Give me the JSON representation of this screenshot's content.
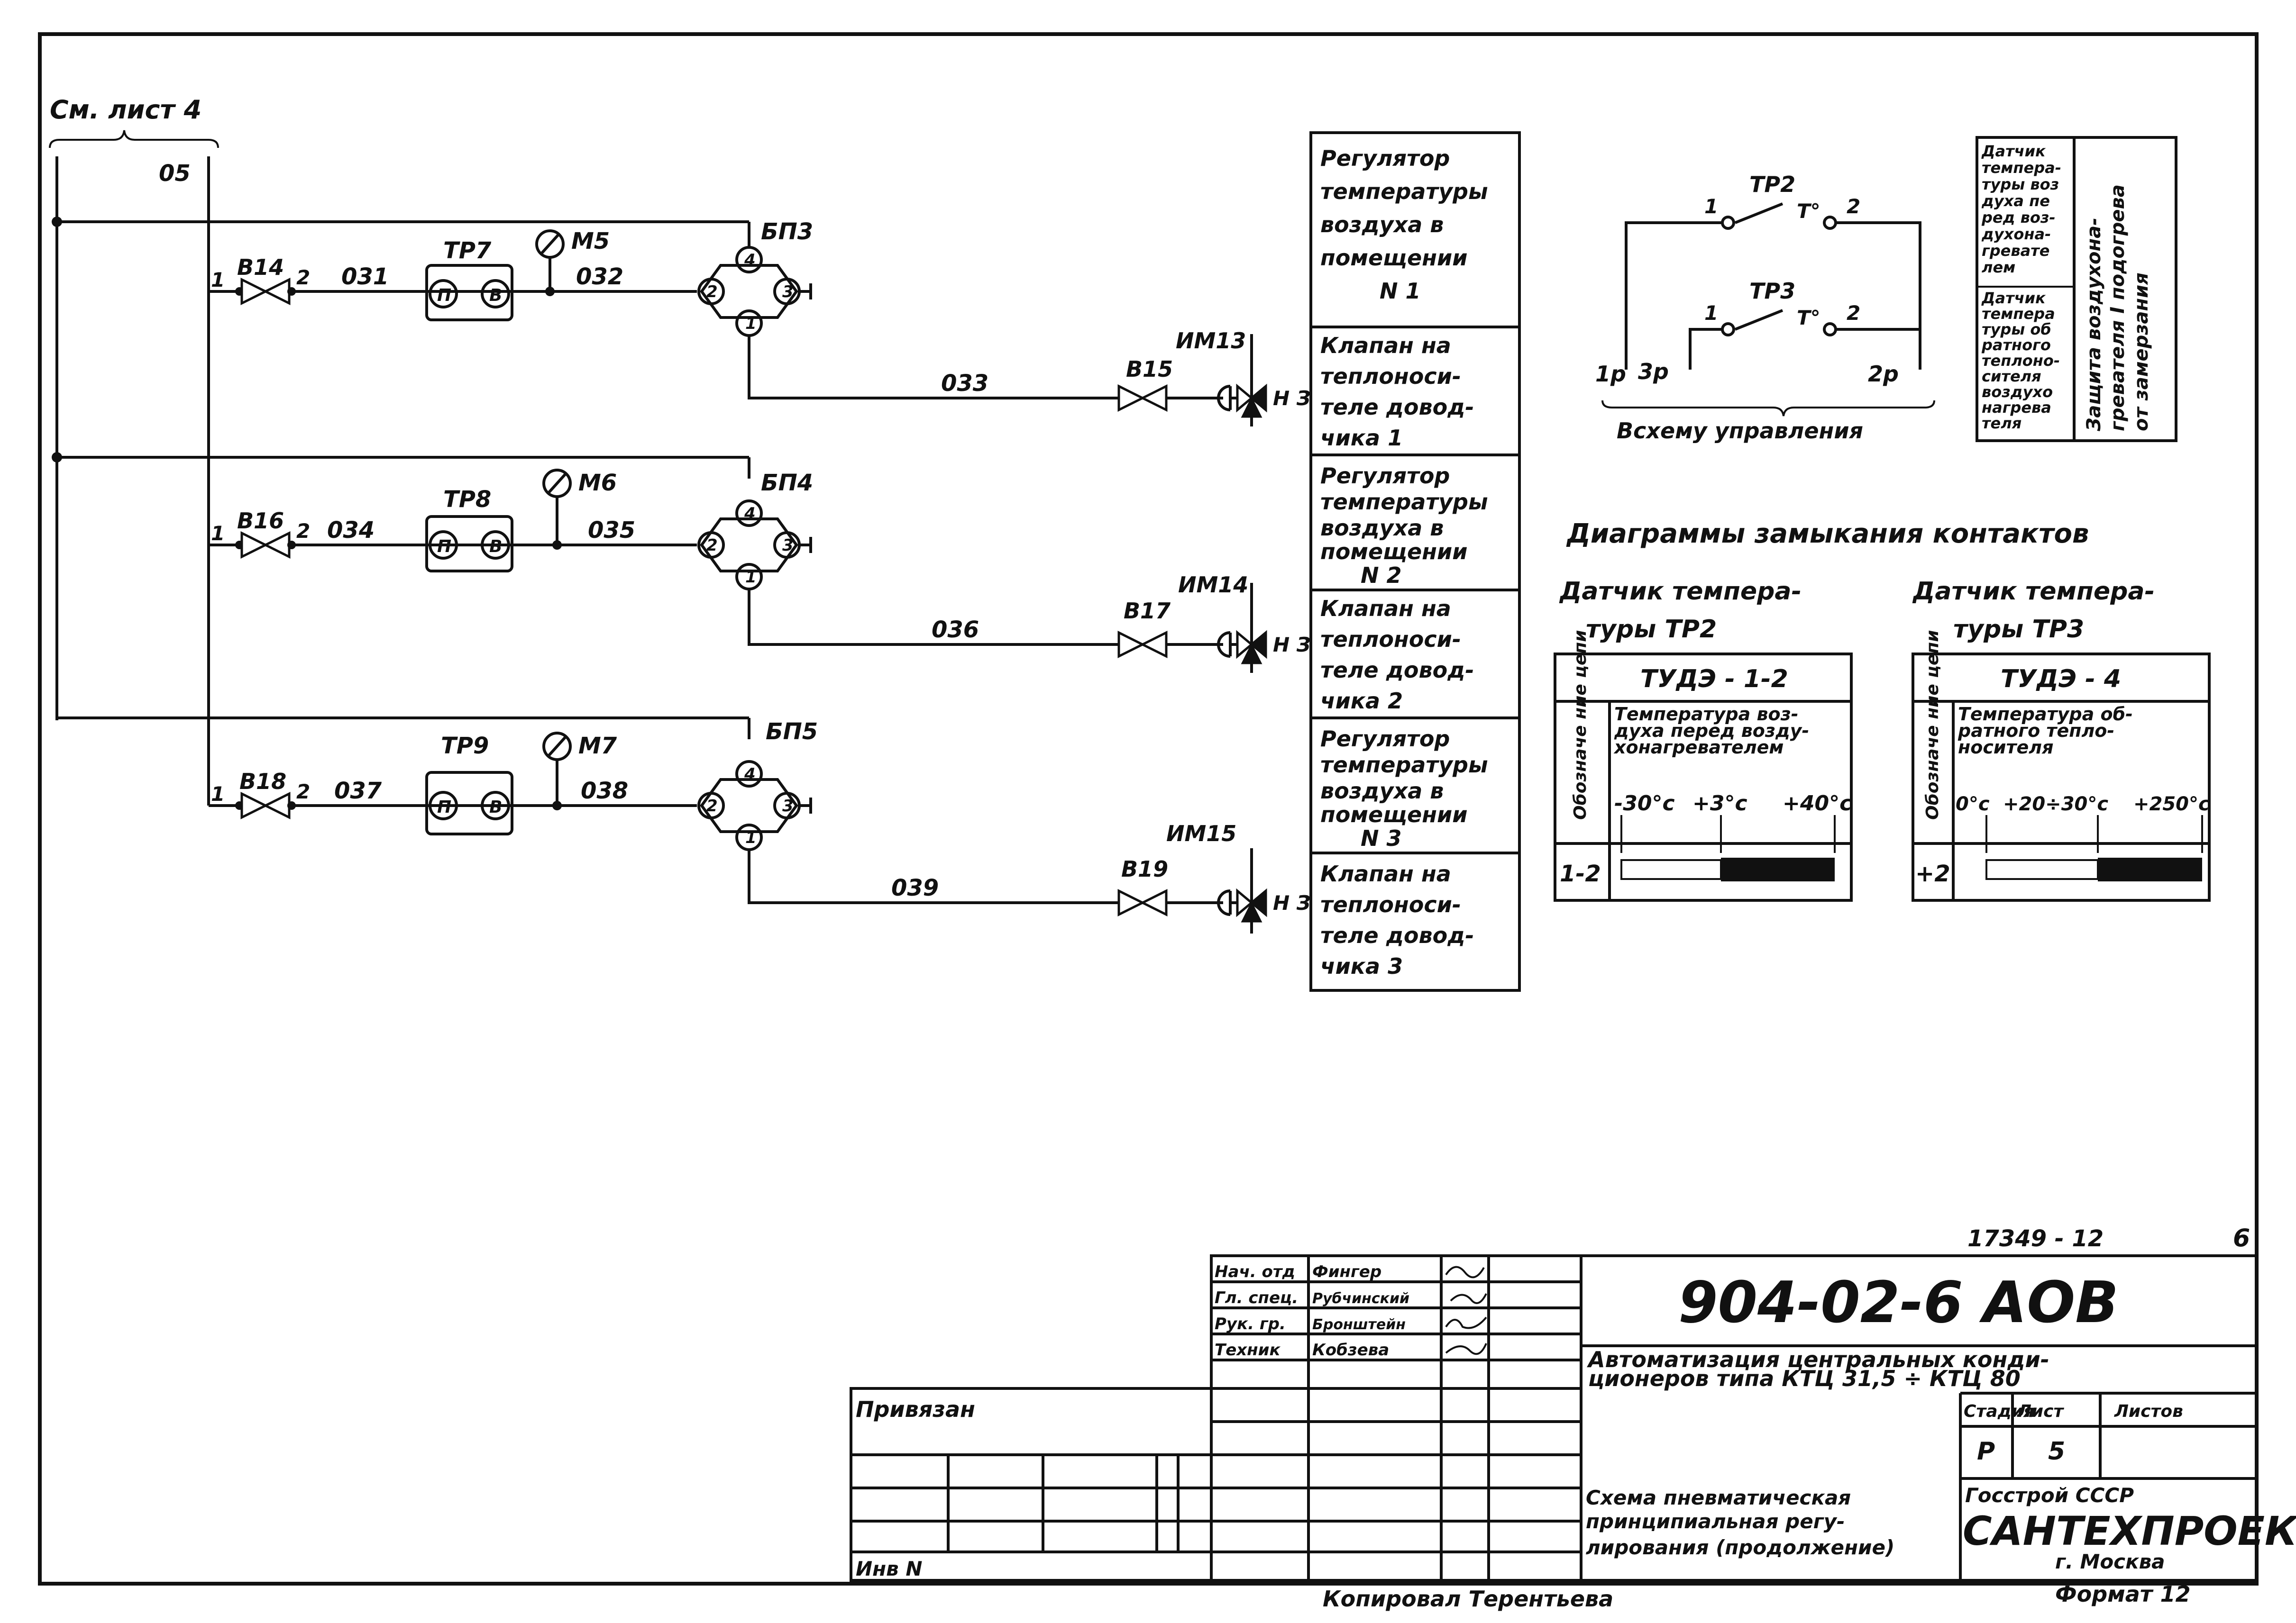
{
  "sheet_ref": "См. лист 4",
  "bus_label": "05",
  "loops": [
    {
      "valve_in": "В14",
      "pin1": "1",
      "pin2": "2",
      "pipe_a": "031",
      "relay": "ТР7",
      "relay_in": "П",
      "relay_out": "В",
      "gauge": "М5",
      "pipe_b": "032",
      "block": "БП3",
      "port2": "2",
      "port3": "3",
      "port4": "4",
      "port1": "1",
      "pipe_c": "033",
      "valve_out": "В15",
      "actuator": "ИМ13",
      "nz": "Н З",
      "reg_text": [
        "Регулятор",
        "температуры",
        "воздуха в",
        "помещении",
        "N 1"
      ],
      "valve_text": [
        "Клапан на",
        "теплоноси-",
        "теле довод-",
        "чика   1"
      ]
    },
    {
      "valve_in": "В16",
      "pin1": "1",
      "pin2": "2",
      "pipe_a": "034",
      "relay": "ТР8",
      "relay_in": "П",
      "relay_out": "В",
      "gauge": "М6",
      "pipe_b": "035",
      "block": "БП4",
      "port2": "2",
      "port3": "3",
      "port4": "4",
      "port1": "1",
      "pipe_c": "036",
      "valve_out": "В17",
      "actuator": "ИМ14",
      "nz": "Н З",
      "reg_text": [
        "Регулятор",
        "температуры",
        "воздуха в",
        "помещении",
        "N 2"
      ],
      "valve_text": [
        "Клапан на",
        "теплоноси-",
        "теле довод-",
        "чика   2"
      ]
    },
    {
      "valve_in": "В18",
      "pin1": "1",
      "pin2": "2",
      "pipe_a": "037",
      "relay": "ТР9",
      "relay_in": "П",
      "relay_out": "В",
      "gauge": "М7",
      "pipe_b": "038",
      "block": "БП5",
      "port2": "2",
      "port3": "3",
      "port4": "4",
      "port1": "1",
      "pipe_c": "039",
      "valve_out": "В19",
      "actuator": "ИМ15",
      "nz": "Н З",
      "reg_text": [
        "Регулятор",
        "температуры",
        "воздуха в",
        "помещении",
        "N 3"
      ],
      "valve_text": [
        "Клапан на",
        "теплоноси-",
        "теле довод-",
        "чика   3"
      ]
    }
  ],
  "control": {
    "tp2": "ТР2",
    "tp3": "ТР3",
    "t_symbol": "T°",
    "n1": "1",
    "n2": "2",
    "n1b": "1",
    "n2b": "2",
    "term_1p": "1р",
    "term_3p": "3р",
    "term_2p": "2р",
    "caption": "Всхему управления",
    "desc_top": [
      "Датчик",
      "темпера-",
      "туры воз",
      "духа пе",
      "ред воз-",
      "духона-",
      "гревате",
      "лем"
    ],
    "desc_bottom": [
      "Датчик",
      "темпера",
      "туры об",
      "ратного",
      "теплоно-",
      "сителя",
      "воздухо",
      "нагрева",
      "теля"
    ],
    "vertical": [
      "Защита воздухона-",
      "гревателя I подогрева",
      "от замерзания"
    ]
  },
  "diagrams": {
    "heading": "Диаграммы замыкания контактов",
    "left": {
      "caption_1": "Датчик темпера-",
      "caption_2": "туры ТР2",
      "model": "ТУДЭ - 1-2",
      "side_label": "Обозначе ние цепи",
      "desc_1": "Температура воз-",
      "desc_2": "духа перед возду-",
      "desc_3": "хонагревателем",
      "scale": [
        "-30°с",
        "+3°с",
        "+40°с"
      ],
      "circuit": "1-2",
      "closed_from": 3,
      "closed_to": 40,
      "scale_min": -30,
      "scale_max": 40
    },
    "right": {
      "caption_1": "Датчик темпера-",
      "caption_2": "туры ТР3",
      "model": "ТУДЭ - 4",
      "side_label": "Обозначе ние цепи",
      "desc_1": "Температура об-",
      "desc_2": "ратного тепло-",
      "desc_3": "носителя",
      "scale": [
        "0°с",
        "+20÷30°с",
        "+250°с"
      ],
      "circuit": "+2"
    }
  },
  "stamp": {
    "sheet_code": "17349 - 12",
    "page": "6",
    "doc_number": "904-02-6  АОВ",
    "title_1": "Автоматизация центральных конди-",
    "title_2": "ционеров типа  КТЦ 31,5 ÷ КТЦ 80",
    "roles": [
      "Нач. отд",
      "Гл. спец.",
      "Рук. гр.",
      "Техник"
    ],
    "names": [
      "Фингер",
      "Рубчинский",
      "Бронштейн",
      "Кобзева"
    ],
    "privyazan": "Привязан",
    "inv": "Инв N",
    "col_stage": "Стадия",
    "col_sheet": "Лист",
    "col_sheets": "Листов",
    "stage": "Р",
    "sheet_no": "5",
    "drawing_title": [
      "Схема пневматическая",
      "принципиальная регу-",
      "лирования (продолжение)"
    ],
    "org_1": "Госстрой     СССР",
    "org_2": "САНТЕХПРОЕКТ",
    "org_3": "г. Москва",
    "copied": "Копировал Терентьева",
    "format": "Формат 12"
  }
}
